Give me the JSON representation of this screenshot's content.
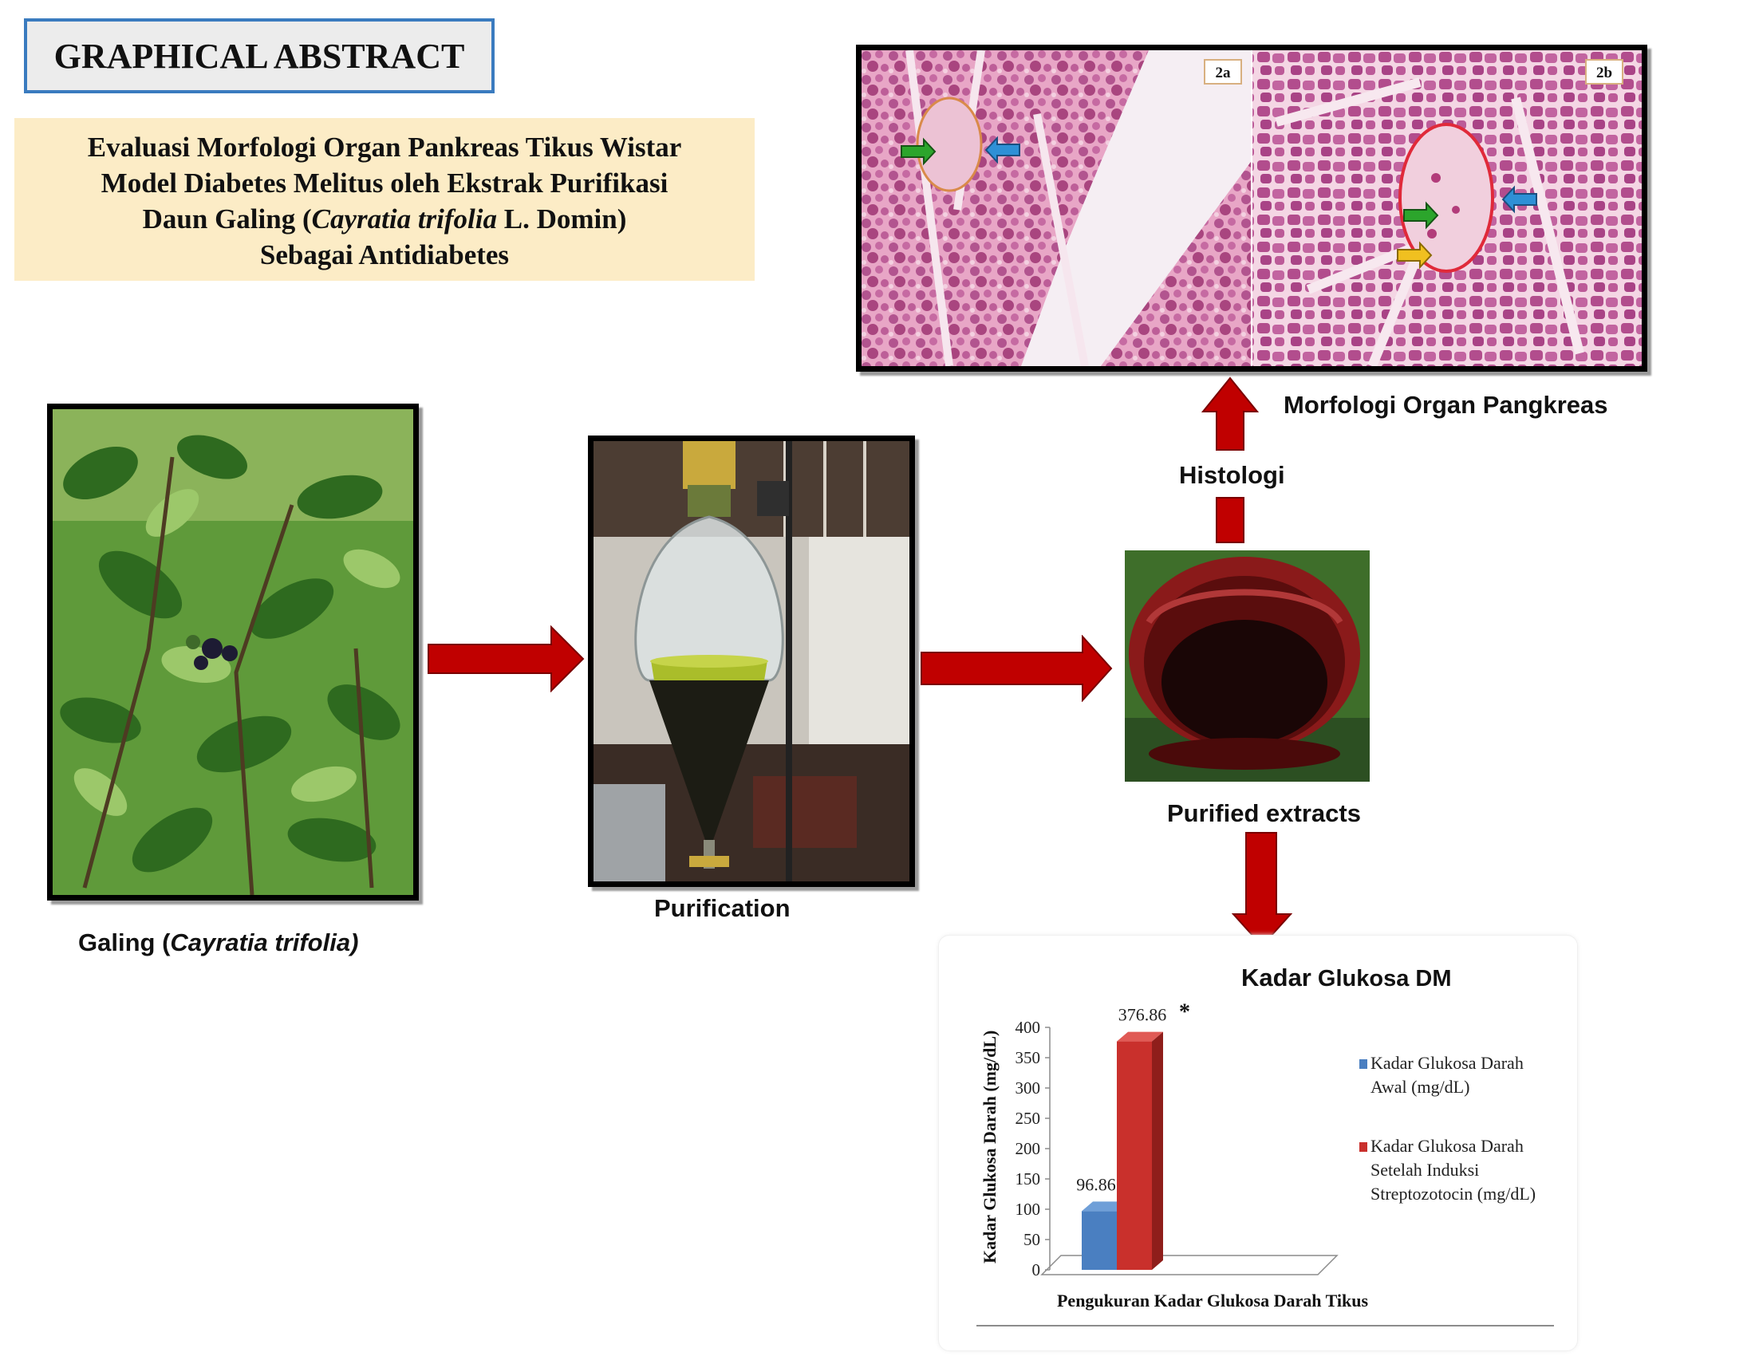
{
  "header": {
    "graphical_abstract": "GRAPHICAL ABSTRACT"
  },
  "title": {
    "line1": "Evaluasi Morfologi Organ Pankreas Tikus Wistar",
    "line2": "Model Diabetes Melitus oleh Ekstrak Purifikasi",
    "line3_prefix": "Daun Galing (",
    "line3_italic": "Cayratia trifolia",
    "line3_suffix": " L. Domin)",
    "line4": "Sebagai Antidiabetes"
  },
  "flow": {
    "plant_label_prefix": "Galing (",
    "plant_label_italic": "Cayratia trifolia)",
    "purification_label": "Purification",
    "extract_label": "Purified extracts",
    "histology_label": "Histologi",
    "morphology_label": "Morfologi Organ Pangkreas",
    "histology_panels": [
      "2a",
      "2b"
    ]
  },
  "colors": {
    "arrow_red": "#c00000",
    "title_bg": "#fcecc6",
    "frame_blue": "#3a7bbf",
    "bar_blue": "#4a7fc1",
    "bar_red": "#c9302c"
  },
  "chart_data": {
    "type": "bar",
    "title_bold": "Kadar",
    "title_rest": " Glukosa DM",
    "categories": [
      "Pengukuran Kadar Glukosa Darah Tikus"
    ],
    "xlabel": "Pengukuran Kadar Glukosa Darah Tikus",
    "ylabel": "Kadar Glukosa Darah (mg/dL)",
    "ylim": [
      0,
      400
    ],
    "yticks": [
      0,
      50,
      100,
      150,
      200,
      250,
      300,
      350,
      400
    ],
    "series": [
      {
        "name": "Kadar Glukosa Darah Awal (mg/dL)",
        "legend_lines": [
          "Kadar Glukosa Darah",
          "Awal (mg/dL)"
        ],
        "values": [
          96.86
        ],
        "label": "96.86",
        "color": "#4a7fc1"
      },
      {
        "name": "Kadar Glukosa Darah Setelah Induksi Streptozotocin (mg/dL)",
        "legend_lines": [
          "Kadar Glukosa Darah",
          "Setelah Induksi",
          "Streptozotocin (mg/dL)"
        ],
        "values": [
          376.86
        ],
        "label": "376.86",
        "annotation": "*",
        "color": "#c9302c"
      }
    ],
    "legend_position": "right",
    "grid": false,
    "style": "3d-column"
  }
}
